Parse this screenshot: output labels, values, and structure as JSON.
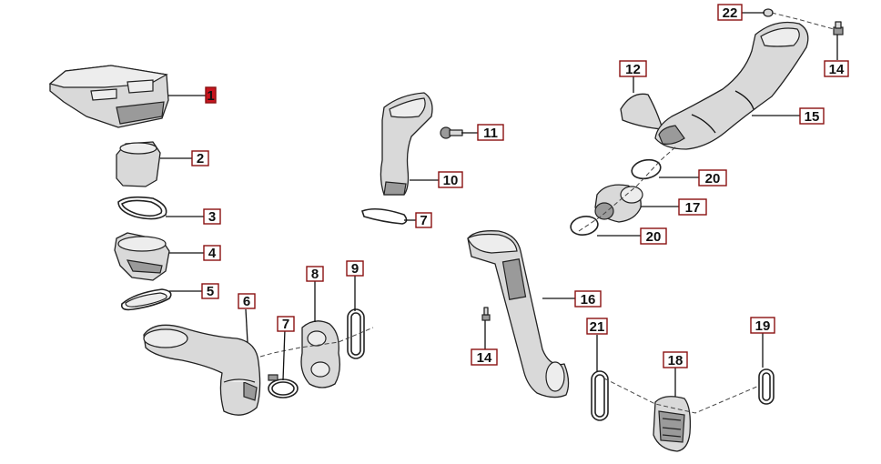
{
  "callouts": [
    {
      "id": "1",
      "label": "1",
      "highlighted": true
    },
    {
      "id": "2",
      "label": "2"
    },
    {
      "id": "3",
      "label": "3"
    },
    {
      "id": "4",
      "label": "4"
    },
    {
      "id": "5",
      "label": "5"
    },
    {
      "id": "6",
      "label": "6"
    },
    {
      "id": "7a",
      "label": "7"
    },
    {
      "id": "8",
      "label": "8"
    },
    {
      "id": "9",
      "label": "9"
    },
    {
      "id": "10",
      "label": "10"
    },
    {
      "id": "11",
      "label": "11"
    },
    {
      "id": "7b",
      "label": "7"
    },
    {
      "id": "12",
      "label": "12"
    },
    {
      "id": "22",
      "label": "22"
    },
    {
      "id": "14a",
      "label": "14"
    },
    {
      "id": "15",
      "label": "15"
    },
    {
      "id": "20a",
      "label": "20"
    },
    {
      "id": "17",
      "label": "17"
    },
    {
      "id": "20b",
      "label": "20"
    },
    {
      "id": "16",
      "label": "16"
    },
    {
      "id": "14b",
      "label": "14"
    },
    {
      "id": "21",
      "label": "21"
    },
    {
      "id": "18",
      "label": "18"
    },
    {
      "id": "19",
      "label": "19"
    }
  ],
  "colors": {
    "highlight": "#c8141e",
    "callout_border": "#8a1010",
    "line": "#111111"
  }
}
